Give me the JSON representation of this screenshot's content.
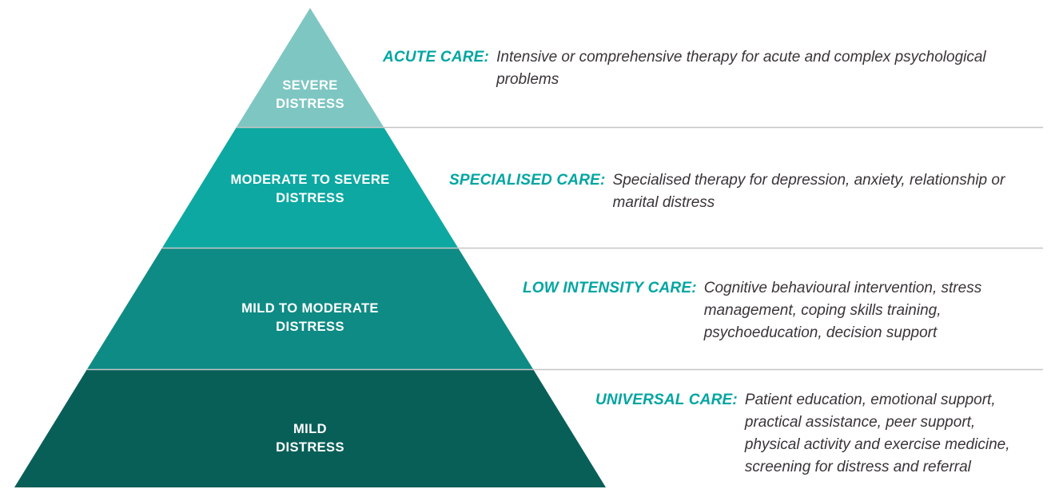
{
  "diagram": {
    "type": "stepped-care-pyramid",
    "accent_color": "#00a5a1",
    "text_color": "#3a3438",
    "separator_color": "#c6c6c6",
    "tier_label_color": "#ffffff"
  },
  "pyramid": {
    "tiers": [
      {
        "label": "SEVERE\nDISTRESS",
        "fill": "#7ec6c2"
      },
      {
        "label": "MODERATE TO SEVERE\nDISTRESS",
        "fill": "#0da8a2"
      },
      {
        "label": "MILD TO MODERATE\nDISTRESS",
        "fill": "#0e8b84"
      },
      {
        "label": "MILD\nDISTRESS",
        "fill": "#085f58"
      }
    ]
  },
  "care_levels": [
    {
      "label": "ACUTE CARE:",
      "description": "Intensive or comprehensive therapy for acute and complex psychological\nproblems"
    },
    {
      "label": "SPECIALISED CARE:",
      "description": "Specialised therapy for depression, anxiety, relationship or\nmarital distress"
    },
    {
      "label": "LOW INTENSITY CARE:",
      "description": "Cognitive behavioural intervention, stress\nmanagement, coping skills training,\npsychoeducation, decision support"
    },
    {
      "label": "UNIVERSAL CARE:",
      "description": "Patient education, emotional support,\npractical assistance, peer support,\nphysical activity and exercise medicine,\nscreening for distress and referral"
    }
  ]
}
